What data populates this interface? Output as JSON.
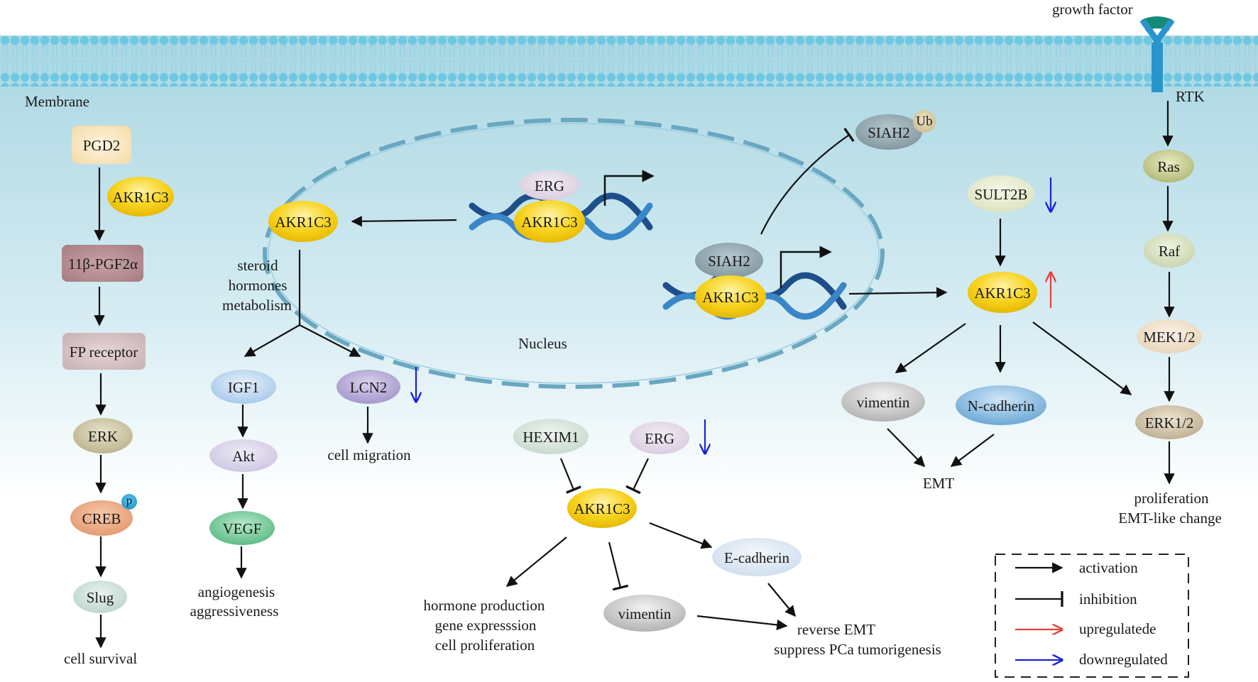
{
  "labels": {
    "growth_factor": "growth factor",
    "membrane": "Membrane",
    "rtk": "RTK",
    "nucleus": "Nucleus"
  },
  "nodes": {
    "pgd2": "PGD2",
    "akr1c3_pathway1": "AKR1C3",
    "pgf2a": "11β-PGF2α",
    "fp_receptor": "FP receptor",
    "erk_left": "ERK",
    "creb": "CREB",
    "phospho": "p",
    "slug": "Slug",
    "akr1c3_steroid": "AKR1C3",
    "igf1": "IGF1",
    "akt": "Akt",
    "vegf": "VEGF",
    "lcn2": "LCN2",
    "erg_nucleus": "ERG",
    "akr1c3_dna1": "AKR1C3",
    "siah2_nucleus": "SIAH2",
    "akr1c3_dna2": "AKR1C3",
    "siah2_ub": "SIAH2",
    "ub": "Ub",
    "sult2b": "SULT2B",
    "akr1c3_emt": "AKR1C3",
    "vimentin_emt": "vimentin",
    "n_cadherin": "N-cadherin",
    "ras": "Ras",
    "raf": "Raf",
    "mek": "MEK1/2",
    "erk12": "ERK1/2",
    "hexim1": "HEXIM1",
    "erg_bottom": "ERG",
    "akr1c3_bottom": "AKR1C3",
    "e_cadherin": "E-cadherin",
    "vimentin_bottom": "vimentin"
  },
  "outcomes": {
    "steroid": [
      "steroid",
      "hormones",
      "metabolism"
    ],
    "cell_survival": "cell survival",
    "angiogenesis": [
      "angiogenesis",
      "aggressiveness"
    ],
    "cell_migration": "cell migration",
    "emt": "EMT",
    "proliferation": [
      "proliferation",
      "EMT-like change"
    ],
    "hormone": [
      "hormone production",
      "gene expresssion",
      "cell proliferation"
    ],
    "reverse_emt": [
      "reverse EMT",
      "suppress PCa tumorigenesis"
    ]
  },
  "legend": {
    "activation": "activation",
    "inhibition": "inhibition",
    "upregulated": "upregulatede",
    "downregulated": "downregulated"
  },
  "colors": {
    "activation": "#111111",
    "upregulated": "#e8413c",
    "downregulated": "#1a22d8",
    "membrane": "#7fd0e6",
    "receptor": "#2a95cc",
    "growth_factor": "#138b78",
    "akr1c3": "#f2c500"
  }
}
